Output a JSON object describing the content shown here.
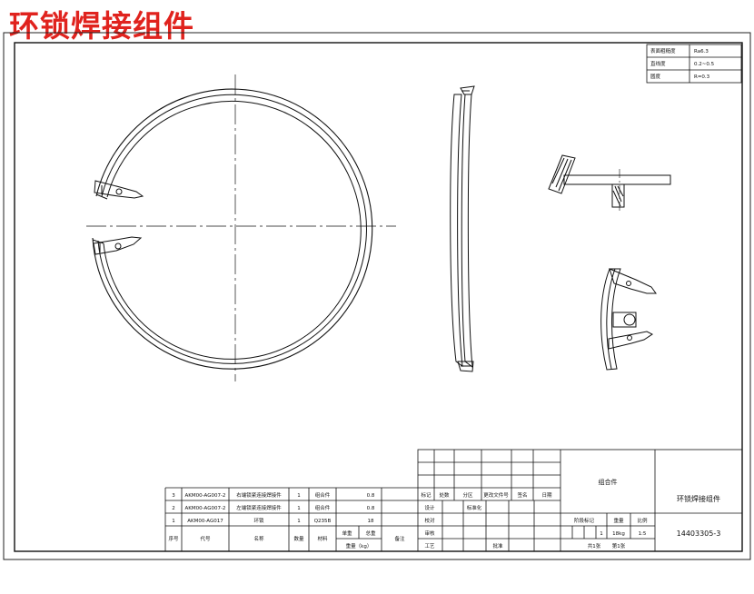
{
  "title": "环锁焊接组件",
  "tech_table": [
    {
      "label": "表面粗糙度",
      "value": "Ra6.3"
    },
    {
      "label": "直线度",
      "value": "0.2~0.5"
    },
    {
      "label": "圆度",
      "value": "R=0.3"
    }
  ],
  "parts": [
    {
      "no": "3",
      "code": "AKM00-AG007-2",
      "name": "右端锁紧连接焊接件",
      "qty": "1",
      "material": "组合件",
      "weight": "0.8",
      "note": ""
    },
    {
      "no": "2",
      "code": "AKM00-AG007-2",
      "name": "左端锁紧连接焊接件",
      "qty": "1",
      "material": "组合件",
      "weight": "0.8",
      "note": ""
    },
    {
      "no": "1",
      "code": "AKM00-AG017",
      "name": "环锁",
      "qty": "1",
      "material": "Q235B",
      "weight": "18",
      "note": ""
    }
  ],
  "parts_header": {
    "no": "序号",
    "code": "代号",
    "name": "名称",
    "qty": "数量",
    "material": "材料",
    "unit_weight": "单重",
    "total_weight": "总重",
    "weight_kg": "重量（kg）",
    "note": "备注"
  },
  "title_block": {
    "revision_headers": [
      "标记",
      "处数",
      "分区",
      "更改文件号",
      "签名",
      "日期"
    ],
    "roles": [
      "设计",
      "校对",
      "审核",
      "工艺"
    ],
    "standardize": "标准化",
    "approve": "批准",
    "assembly": "组合件",
    "stage_mark": "阶段标记",
    "weight_label": "重量",
    "scale_label": "比例",
    "weight_value": "18kg",
    "scale_value": "1:5",
    "sheet_count": "1",
    "sheets": "共1张",
    "sheet_no": "第1张",
    "drawing_name": "环锁焊接组件",
    "drawing_no": "14403305-3"
  }
}
